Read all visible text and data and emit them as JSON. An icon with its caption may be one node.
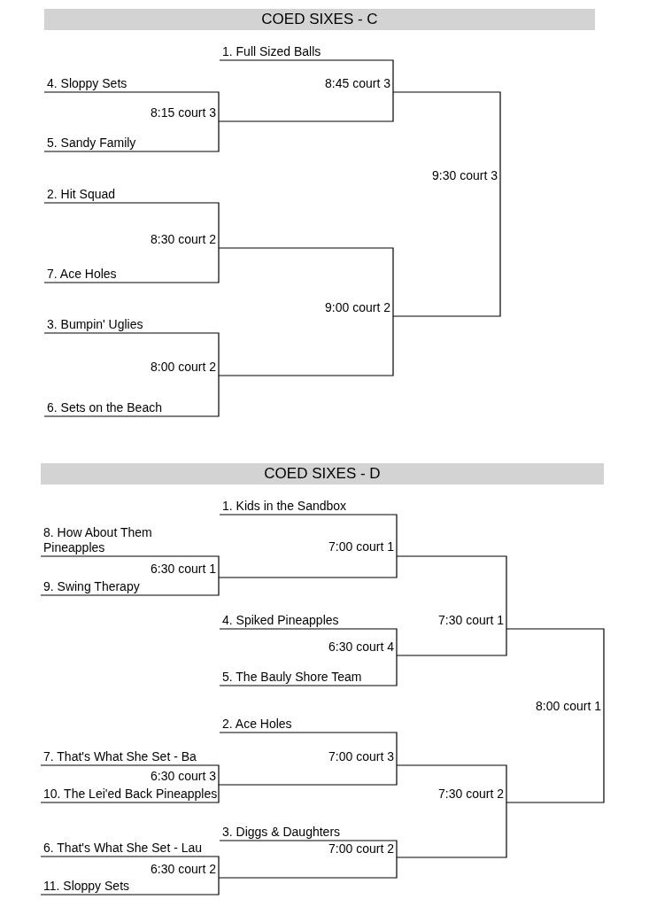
{
  "diagram": {
    "nodes": [
      {
        "text": [
          "COED SIXES - C"
        ]
      },
      {
        "text": [
          "1. Full Sized Balls"
        ]
      },
      {
        "text": [
          "4. Sloppy Sets"
        ]
      },
      {
        "text": [
          "8:45 court 3"
        ]
      },
      {
        "text": [
          "8:15 court 3"
        ]
      },
      {
        "text": [
          "5. Sandy Family"
        ]
      },
      {
        "text": [
          "9:30 court 3"
        ]
      },
      {
        "text": [
          "2. Hit Squad"
        ]
      },
      {
        "text": [
          "8:30 court 2"
        ]
      },
      {
        "text": [
          "7. Ace Holes"
        ]
      },
      {
        "text": [
          "9:00 court 2"
        ]
      },
      {
        "text": [
          "3. Bumpin' Uglies"
        ]
      },
      {
        "text": [
          "8:00 court 2"
        ]
      },
      {
        "text": [
          "6. Sets on the Beach"
        ]
      },
      {
        "text": [
          "COED SIXES - D"
        ]
      },
      {
        "text": [
          "1. Kids in the Sandbox"
        ]
      },
      {
        "text": [
          "8. How About Them Pineapples"
        ]
      },
      {
        "text": [
          "7:00 court 1"
        ]
      },
      {
        "text": [
          "6:30 court 1"
        ]
      },
      {
        "text": [
          "9. Swing Therapy"
        ]
      },
      {
        "text": [
          "4. Spiked Pineapples"
        ]
      },
      {
        "text": [
          "7:30 court 1"
        ]
      },
      {
        "text": [
          "6:30 court 4"
        ]
      },
      {
        "text": [
          "5. The Bauly Shore Team"
        ]
      },
      {
        "text": [
          "8:00 court 1"
        ]
      },
      {
        "text": [
          "2. Ace Holes"
        ]
      },
      {
        "text": [
          "7. That's What She Set - Ba"
        ]
      },
      {
        "text": [
          "7:00 court 3"
        ]
      },
      {
        "text": [
          "6:30 court 3"
        ]
      },
      {
        "text": [
          "7:30 court 2"
        ]
      },
      {
        "text": [
          "10. The Lei'ed Back Pineapples"
        ]
      },
      {
        "text": [
          "3. Diggs & Daughters"
        ]
      },
      {
        "text": [
          "6. That's What She Set - Lau"
        ]
      },
      {
        "text": [
          "7:00 court 2"
        ]
      },
      {
        "text": [
          "6:30 court 2"
        ]
      },
      {
        "text": [
          "11. Sloppy Sets"
        ]
      }
    ],
    "edges": [
      {
        "from": 2,
        "to": 4,
        "arrow": "none"
      },
      {
        "from": 5,
        "to": 4,
        "arrow": "none"
      },
      {
        "from": 1,
        "to": 3,
        "arrow": "none"
      },
      {
        "from": 4,
        "to": 3,
        "arrow": "none"
      },
      {
        "from": 7,
        "to": 8,
        "arrow": "none"
      },
      {
        "from": 9,
        "to": 8,
        "arrow": "none"
      },
      {
        "from": 11,
        "to": 12,
        "arrow": "none"
      },
      {
        "from": 13,
        "to": 12,
        "arrow": "none"
      },
      {
        "from": 8,
        "to": 10,
        "arrow": "none"
      },
      {
        "from": 12,
        "to": 10,
        "arrow": "none"
      },
      {
        "from": 3,
        "to": 6,
        "arrow": "none"
      },
      {
        "from": 10,
        "to": 6,
        "arrow": "none"
      },
      {
        "from": 16,
        "to": 18,
        "arrow": "none"
      },
      {
        "from": 19,
        "to": 18,
        "arrow": "none"
      },
      {
        "from": 15,
        "to": 17,
        "arrow": "none"
      },
      {
        "from": 18,
        "to": 17,
        "arrow": "none"
      },
      {
        "from": 20,
        "to": 22,
        "arrow": "none"
      },
      {
        "from": 23,
        "to": 22,
        "arrow": "none"
      },
      {
        "from": 17,
        "to": 21,
        "arrow": "none"
      },
      {
        "from": 22,
        "to": 21,
        "arrow": "none"
      },
      {
        "from": 26,
        "to": 28,
        "arrow": "none"
      },
      {
        "from": 30,
        "to": 28,
        "arrow": "none"
      },
      {
        "from": 25,
        "to": 27,
        "arrow": "none"
      },
      {
        "from": 28,
        "to": 27,
        "arrow": "none"
      },
      {
        "from": 32,
        "to": 34,
        "arrow": "none"
      },
      {
        "from": 35,
        "to": 34,
        "arrow": "none"
      },
      {
        "from": 31,
        "to": 33,
        "arrow": "none"
      },
      {
        "from": 34,
        "to": 33,
        "arrow": "none"
      },
      {
        "from": 27,
        "to": 29,
        "arrow": "none"
      },
      {
        "from": 33,
        "to": 29,
        "arrow": "none"
      },
      {
        "from": 21,
        "to": 24,
        "arrow": "none"
      },
      {
        "from": 29,
        "to": 24,
        "arrow": "none"
      }
    ]
  }
}
